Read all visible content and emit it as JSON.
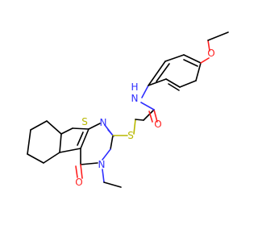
{
  "molecule": {
    "atoms": {
      "s_thiophene": "S",
      "n_ring_top": "N",
      "s_thioether": "S",
      "n_ring_ethyl": "N",
      "o_ketone": "O",
      "o_amide": "O",
      "n_amide": "N",
      "h_amide": "H",
      "o_ether": "O"
    },
    "colors": {
      "carbon": "#000000",
      "sulfur": "#b8b800",
      "nitrogen": "#2f2fff",
      "oxygen": "#ff1f1f"
    }
  }
}
